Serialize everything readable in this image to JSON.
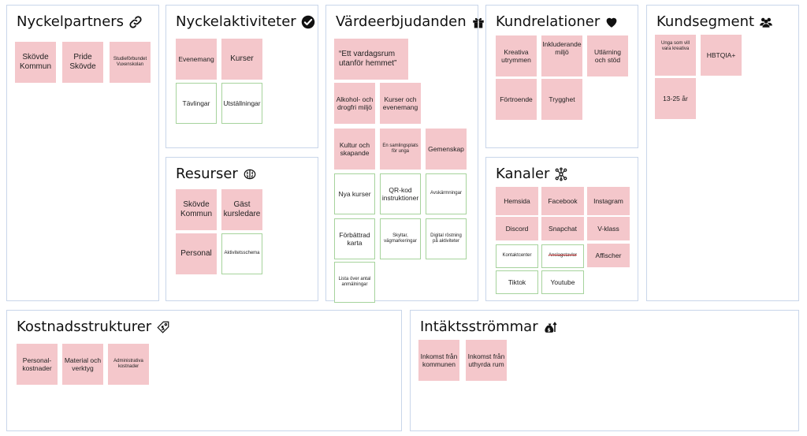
{
  "panels": {
    "nyckelpartners": {
      "title": "Nyckelpartners",
      "icon": "link-icon",
      "notes": [
        "Skövde Kommun",
        "Pride Skövde",
        "Studieförbundet Vuxenskolan"
      ]
    },
    "nyckelaktiviteter": {
      "title": "Nyckelaktiviteter",
      "icon": "check-circle-icon",
      "notes": [
        "Evenemang",
        "Kurser",
        "Tävlingar",
        "Utställningar"
      ]
    },
    "resurser": {
      "title": "Resurser",
      "icon": "brain-icon",
      "notes": [
        "Skövde Kommun",
        "Gäst kursledare",
        "Personal",
        "Aktivitetsschema"
      ]
    },
    "vardeerbjudanden": {
      "title": "Värdeerbjudanden",
      "icon": "gift-icon",
      "notes": [
        "“Ett vardagsrum utanför hemmet”",
        "Alkohol- och drogfri miljö",
        "Kurser och evenemang",
        "Kultur och skapande",
        "En samlingsplats för unga",
        "Gemenskap",
        "Nya kurser",
        "QR-kod instruktioner",
        "Avskärmningar",
        "Förbättrad karta",
        "Skyltar, vägmarkeringar",
        "Digital röstning på aktiviteter",
        "Lista över antal anmälningar"
      ]
    },
    "kundrelationer": {
      "title": "Kundrelationer",
      "icon": "heart-icon",
      "notes": [
        "Kreativa utrymmen",
        "Inkluderande miljö",
        "Utlärning och stöd",
        "Förtroende",
        "Trygghet"
      ]
    },
    "kanaler": {
      "title": "Kanaler",
      "icon": "network-icon",
      "notes": [
        "Hemsida",
        "Facebook",
        "Instagram",
        "Discord",
        "Snapchat",
        "V-klass",
        "Kontaktcenter",
        "Anslagstavlor",
        "Affischer",
        "Tiktok",
        "Youtube"
      ]
    },
    "kundsegment": {
      "title": "Kundsegment",
      "icon": "users-icon",
      "notes": [
        "Unga som vill vara kreativa",
        "HBTQIA+",
        "13-25 år"
      ]
    },
    "kostnadsstrukturer": {
      "title": "Kostnadsstrukturer",
      "icon": "price-tag-icon",
      "notes": [
        "Personal-kostnader",
        "Material och verktyg",
        "Administrativa kostnader"
      ]
    },
    "intaktsstrommar": {
      "title": "Intäktsströmmar",
      "icon": "money-bag-icon",
      "notes": [
        "Inkomst från kommunen",
        "Inkomst från uthyrda rum"
      ]
    }
  },
  "colors": {
    "note_pink": "#f4c7cb",
    "note_white_border": "#a6d39c",
    "panel_border": "#c9d6ea"
  }
}
